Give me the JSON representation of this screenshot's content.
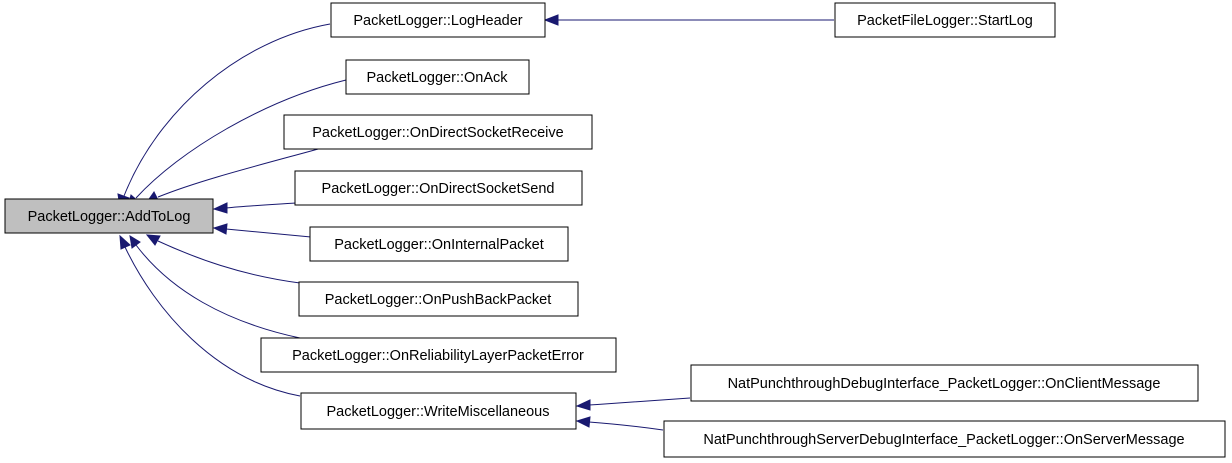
{
  "graph": {
    "edge_color": "#191970",
    "root_fill": "#bfbfbf",
    "nodes": {
      "add_to_log": "PacketLogger::AddToLog",
      "log_header": "PacketLogger::LogHeader",
      "start_log": "PacketFileLogger::StartLog",
      "on_ack": "PacketLogger::OnAck",
      "on_direct_socket_receive": "PacketLogger::OnDirectSocketReceive",
      "on_direct_socket_send": "PacketLogger::OnDirectSocketSend",
      "on_internal_packet": "PacketLogger::OnInternalPacket",
      "on_push_back_packet": "PacketLogger::OnPushBackPacket",
      "on_reliability_layer_packet_error": "PacketLogger::OnReliabilityLayerPacketError",
      "write_miscellaneous": "PacketLogger::WriteMiscellaneous",
      "on_client_message": "NatPunchthroughDebugInterface_PacketLogger::OnClientMessage",
      "on_server_message": "NatPunchthroughServerDebugInterface_PacketLogger::OnServerMessage"
    }
  }
}
